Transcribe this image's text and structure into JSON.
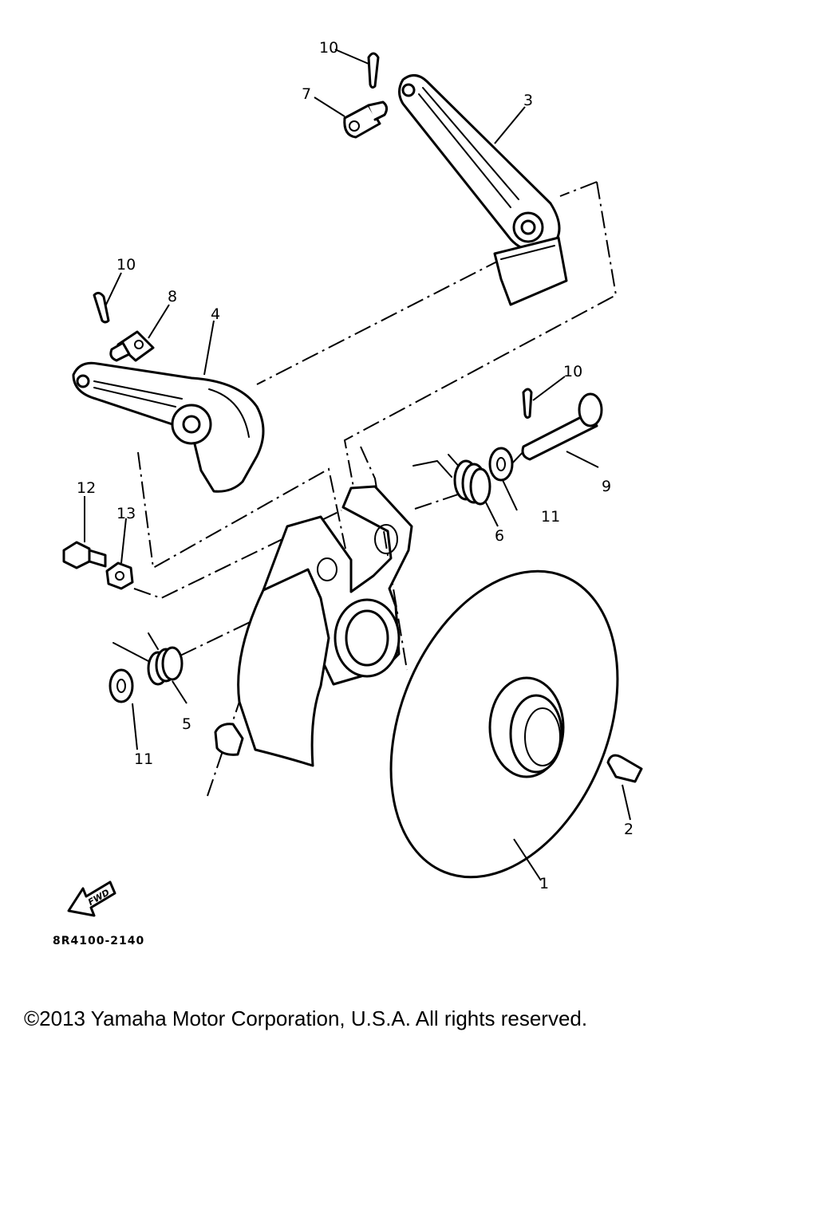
{
  "callouts": {
    "c1": "1",
    "c2": "2",
    "c3": "3",
    "c4": "4",
    "c5": "5",
    "c6": "6",
    "c7": "7",
    "c8": "8",
    "c9": "9",
    "c10a": "10",
    "c10b": "10",
    "c10c": "10",
    "c11a": "11",
    "c11b": "11",
    "c12": "12",
    "c13": "13"
  },
  "fwd_label": "FWD",
  "diagram_code": "8R4100-2140",
  "copyright": "©2013 Yamaha Motor Corporation, U.S.A. All rights reserved."
}
